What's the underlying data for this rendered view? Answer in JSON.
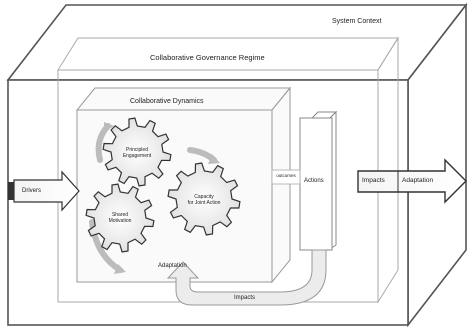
{
  "diagram": {
    "system_context": "System Context",
    "regime": "Collaborative Governance Regime",
    "dynamics": "Collaborative Dynamics",
    "gears": {
      "principled_engagement": [
        "Principled",
        "Engagement"
      ],
      "shared_motivation": [
        "Shared",
        "Motivation"
      ],
      "capacity": [
        "Capacity",
        "for Joint Action"
      ]
    },
    "drivers": "Drivers",
    "outcomes_small": "outcomes",
    "actions": "Actions",
    "impacts_right": "Impacts",
    "adaptation_right": "Adaptation",
    "adaptation_bottom": "Adaptation",
    "impacts_bottom": "Impacts"
  }
}
